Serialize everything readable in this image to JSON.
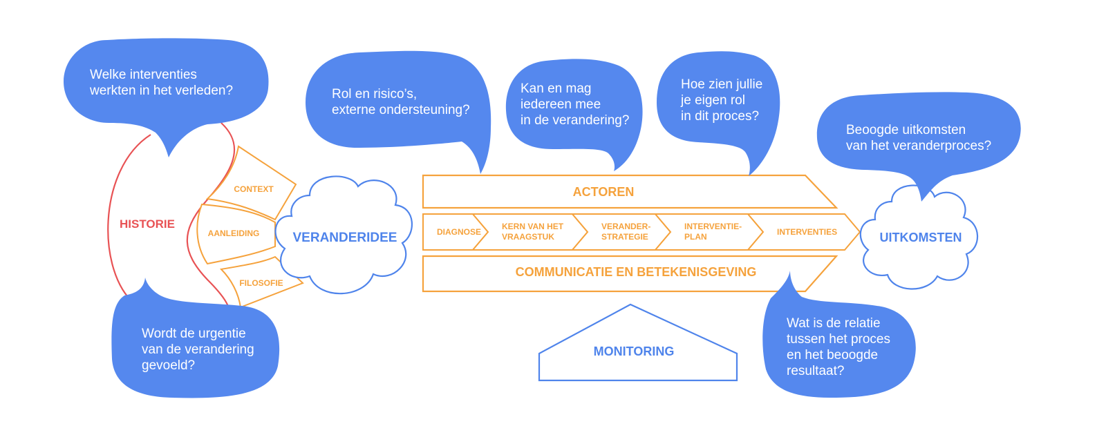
{
  "colors": {
    "bubble": "#5588ee",
    "orange": "#f5a23c",
    "blue_line": "#4f84eb",
    "red": "#e85254"
  },
  "bubbles": {
    "verleden": [
      "Welke interventies",
      "werkten in het verleden?"
    ],
    "urgentie": [
      "Wordt de urgentie",
      "van de verandering",
      "gevoeld?"
    ],
    "rol_risico": [
      "Rol en risico’s,",
      "externe ondersteuning?"
    ],
    "iedereen": [
      "Kan en mag",
      "iedereen mee",
      "in de verandering?"
    ],
    "eigen_rol": [
      "Hoe zien jullie",
      "je eigen rol",
      "in dit proces?"
    ],
    "uitkomsten": [
      "Beoogde uitkomsten",
      "van het veranderproces?"
    ],
    "relatie": [
      "Wat is de relatie",
      "tussen het proces",
      "en het beoogde",
      "resultaat?"
    ]
  },
  "labels": {
    "historie": "HISTORIE",
    "context": "CONTEXT",
    "aanleiding": "AANLEIDING",
    "filosofie": "FILOSOFIE",
    "veranderidee": "VERANDERIDEE",
    "actoren": "ACTOREN",
    "communicatie": "COMMUNICATIE EN BETEKENISGEVING",
    "uitkomsten": "UITKOMSTEN",
    "monitoring": "MONITORING"
  },
  "steps": [
    [
      "DIAGNOSE"
    ],
    [
      "KERN VAN HET",
      "VRAAGSTUK"
    ],
    [
      "VERANDER-",
      "STRATEGIE"
    ],
    [
      "INTERVENTIE-",
      "PLAN"
    ],
    [
      "INTERVENTIES"
    ]
  ]
}
